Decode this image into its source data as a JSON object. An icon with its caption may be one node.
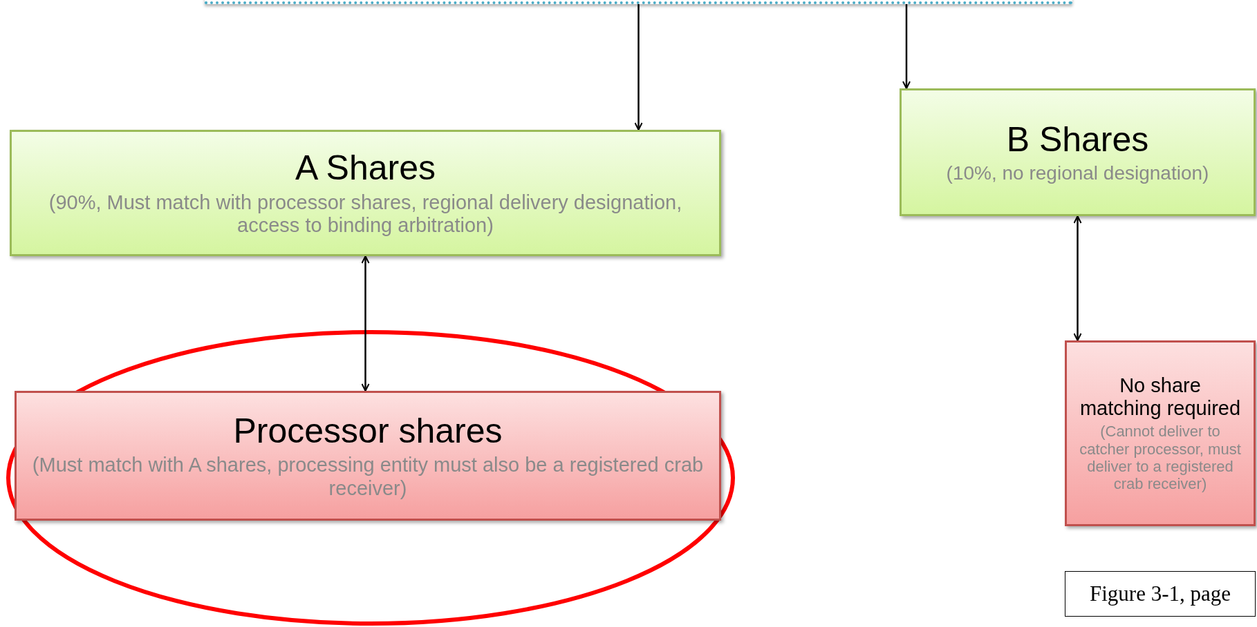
{
  "diagram": {
    "nodes": [
      {
        "text": [],
        "shape": "box"
      },
      {
        "text": [
          "A Shares",
          "(90%, Must match with processor shares, regional delivery designation, access to binding arbitration)"
        ]
      },
      {
        "text": [
          "B Shares",
          "(10%, no regional designation)"
        ]
      },
      {
        "text": [
          "Processor shares",
          "(Must match with A shares, processing entity must also be a registered crab receiver)"
        ]
      },
      {
        "text": [
          "No share matching required",
          "(Cannot deliver to catcher processor, must deliver to a registered crab receiver)"
        ]
      },
      {
        "text": [
          "Figure 3-1, page"
        ]
      }
    ],
    "edges": [
      {
        "from": 0,
        "to": 1,
        "arrow": "to"
      },
      {
        "from": 0,
        "to": 2,
        "arrow": "to"
      },
      {
        "from": 1,
        "to": 3,
        "arrow": "both"
      },
      {
        "from": 2,
        "to": 4,
        "arrow": "both"
      }
    ]
  }
}
